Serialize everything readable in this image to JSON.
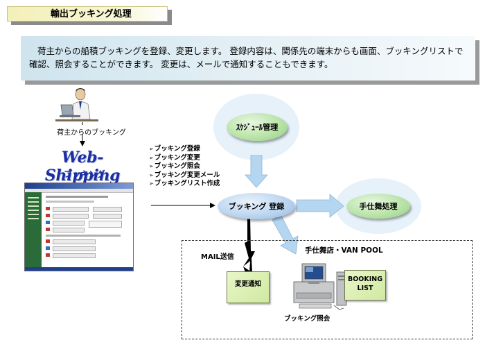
{
  "page": {
    "title": "輸出ブッキング処理",
    "description": "荷主からの船積ブッキングを登録、変更します。 登録内容は、関係先の端末からも画面、ブッキングリストで確認、照会することができます。 変更は、メールで通知することもできます。"
  },
  "left": {
    "shipper_label": "荷主からのブッキング",
    "system_title": "Web-Shipping",
    "system_subtitle": "ブッキング"
  },
  "functions": [
    "ブッキング登録",
    "ブッキング変更",
    "ブッキング照会",
    "ブッキング変更メール",
    "ブッキングリスト作成"
  ],
  "nodes": {
    "schedule": "ｽｹｼﾞｭｰﾙ管理",
    "register": "ブッキング 登録",
    "handling": "手仕舞処理"
  },
  "lower": {
    "vanpool_label": "手仕舞店・VAN POOL",
    "mail_label": "MAIL送信",
    "change_notice": "変更通知",
    "booking_list_line1": "BOOKING",
    "booking_list_line2": "LIST",
    "inquiry_label": "ブッキング照会"
  },
  "colors": {
    "title_fill": "#f3f0b8",
    "desc_fill": "#cfe4ee",
    "green_oval": "#b6e2a4",
    "blue_oval": "#b8d3ef",
    "arrow_blue": "#a9cfee",
    "brand_blue": "#1b2fa0"
  },
  "icons": {
    "person": "person-at-laptop-icon",
    "computer": "desktop-computer-icon",
    "lightning": "lightning-bolt-icon"
  }
}
